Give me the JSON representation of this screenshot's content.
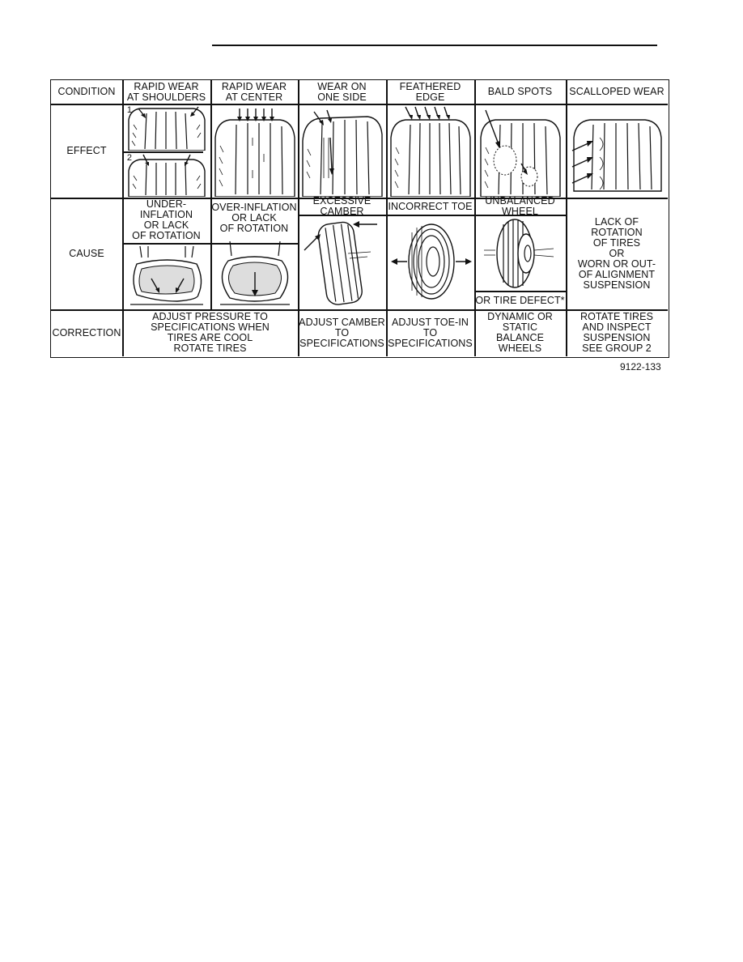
{
  "table": {
    "row_labels": {
      "condition": "CONDITION",
      "effect": "EFFECT",
      "cause": "CAUSE",
      "correction": "CORRECTION"
    },
    "conditions": [
      "RAPID WEAR\nAT SHOULDERS",
      "RAPID WEAR\nAT CENTER",
      "WEAR ON\nONE SIDE",
      "FEATHERED EDGE",
      "BALD SPOTS",
      "SCALLOPED WEAR"
    ],
    "effect_callouts": [
      "1",
      "2"
    ],
    "causes": [
      "UNDER-\nINFLATION\nOR LACK\nOF ROTATION",
      "OVER-INFLATION\nOR LACK\nOF ROTATION",
      "EXCESSIVE\nCAMBER",
      "INCORRECT TOE",
      "UNBALANCED\nWHEEL",
      "LACK OF\nROTATION\nOF TIRES\nOR\nWORN OR OUT-\nOF ALIGNMENT\nSUSPENSION"
    ],
    "cause_footnote": "OR TIRE DEFECT*",
    "corrections": [
      "ADJUST PRESSURE TO\nSPECIFICATIONS WHEN\nTIRES ARE COOL\nROTATE TIRES",
      "ADJUST CAMBER\nTO\nSPECIFICATIONS",
      "ADJUST TOE-IN\nTO\nSPECIFICATIONS",
      "DYNAMIC OR\nSTATIC\nBALANCE WHEELS",
      "ROTATE TIRES\nAND INSPECT\nSUSPENSION\nSEE GROUP 2"
    ]
  },
  "figure_code": "9122-133"
}
